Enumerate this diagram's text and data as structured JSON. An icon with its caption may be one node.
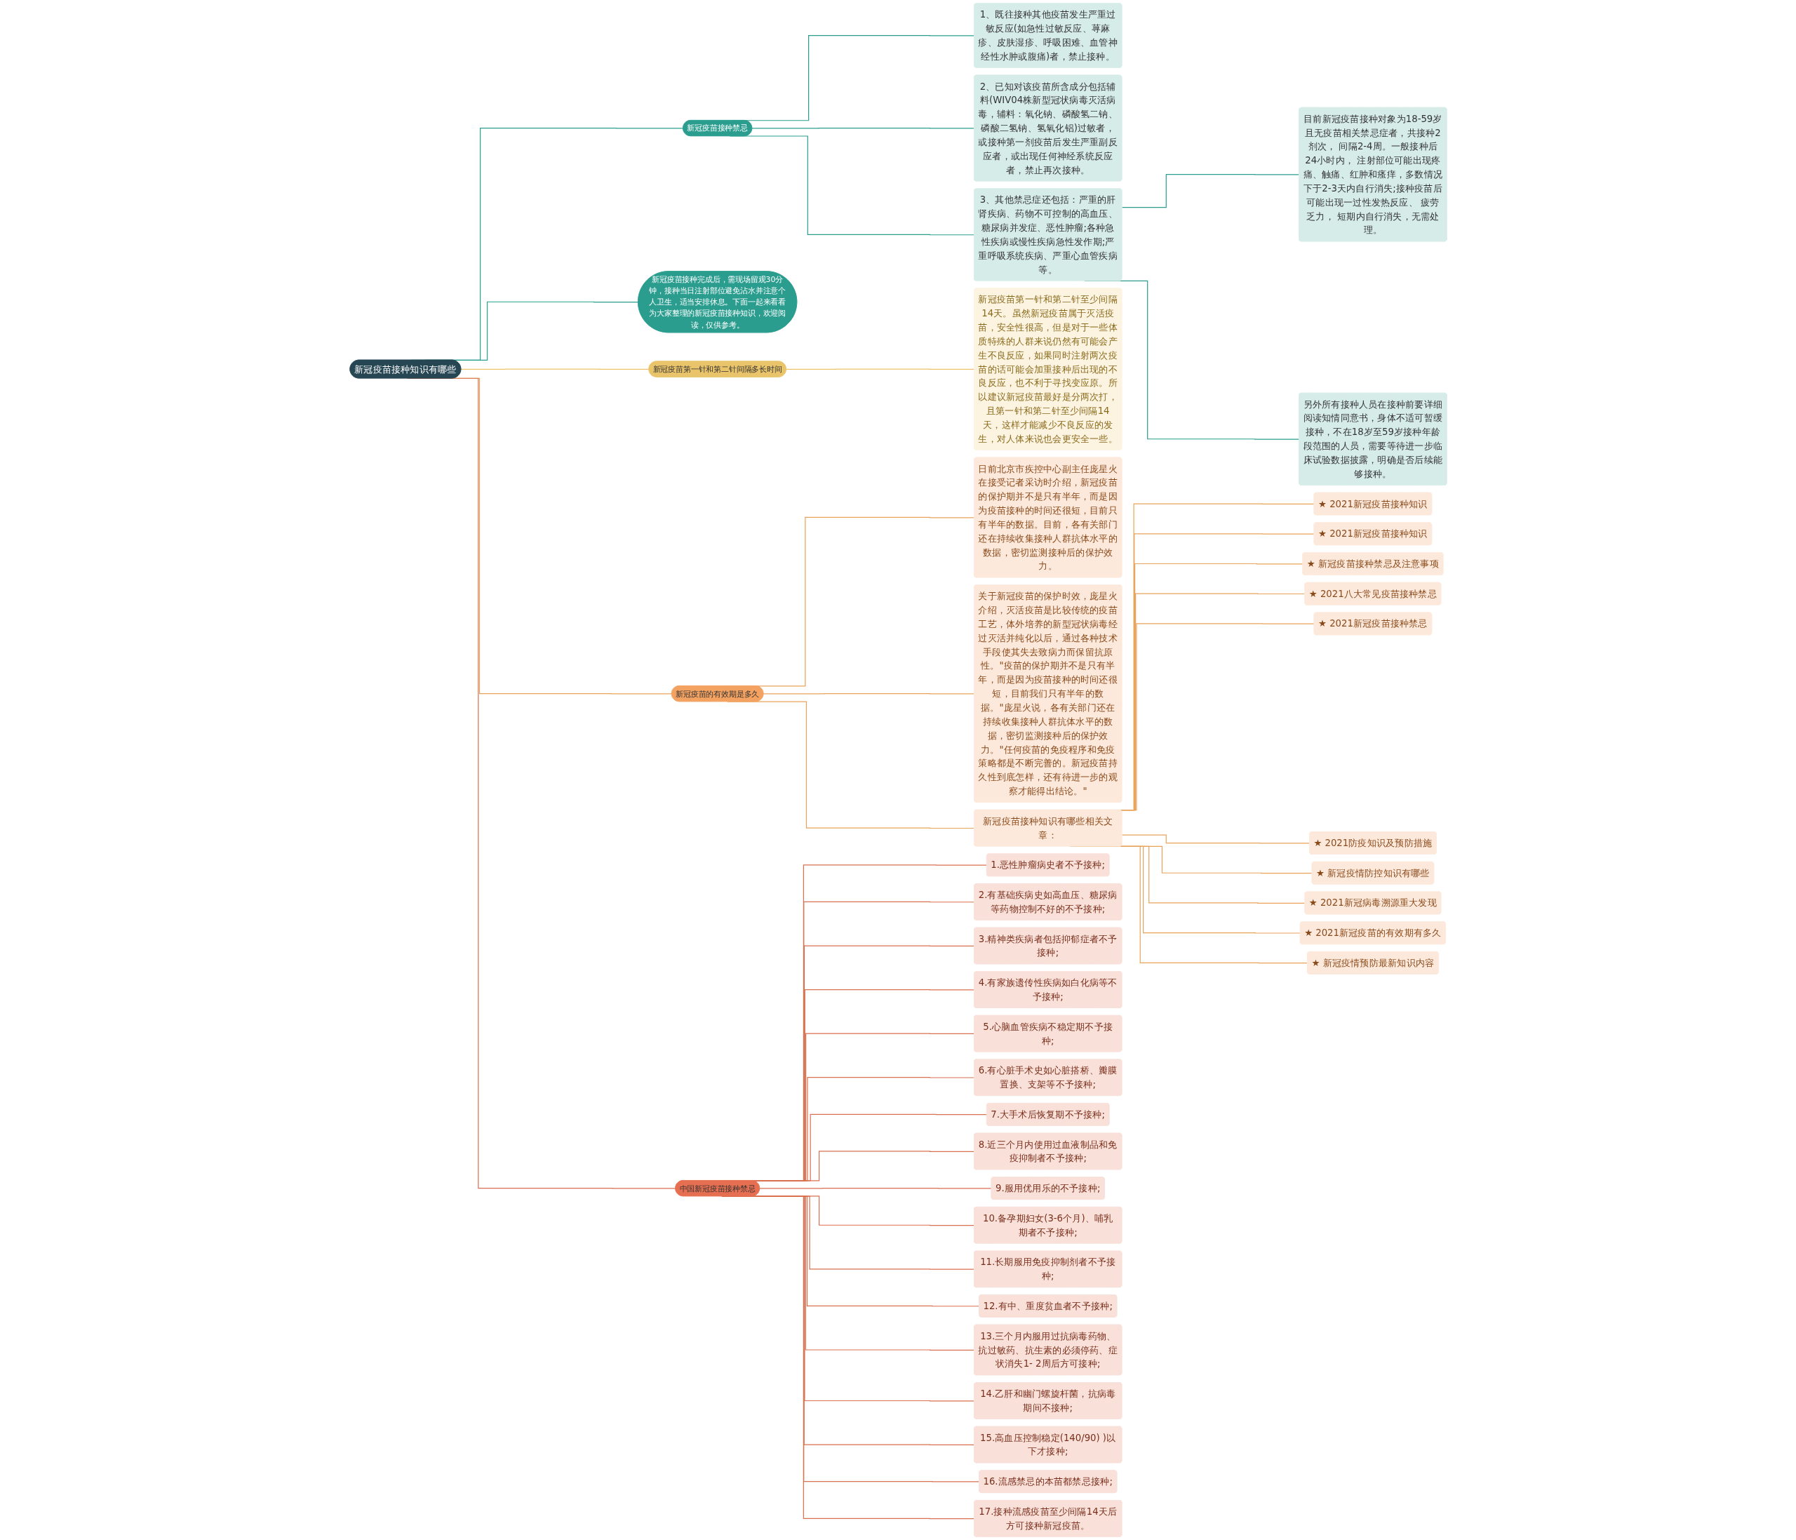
{
  "diagram": {
    "nodes": [
      {
        "text": [
          "新冠疫苗接种知识有哪些"
        ]
      },
      {
        "text": [
          "新冠疫苗接种禁忌"
        ]
      },
      {
        "text": [
          "1、既往接种其他疫苗发生严重过敏反应(如急性过敏反应、荨麻疹、皮肤湿疹、呼吸困难、血管神经性水肿或腹痛)者，禁止接种。"
        ]
      },
      {
        "text": [
          "2、已知对该疫苗所含成分包括辅料(WIV04株新型冠状病毒灭活病毒，辅料：氧化钠、磷酸氢二钠、磷酸二氢钠、氢氧化铝)过敏者，或接种第一剂疫苗后发生严重副反应者，或出现任何神经系统反应者，禁止再次接种。"
        ]
      },
      {
        "text": [
          "3、其他禁忌症还包括：严重的肝肾疾病、药物不可控制的高血压、糖尿病并发症、恶性肿瘤;各种急性疾病或慢性疾病急性发作期;严重呼吸系统疾病、严重心血管疾病等。"
        ]
      },
      {
        "text": [
          "目前新冠疫苗接种对象为18-59岁且无疫苗相关禁忌症者，共接种2剂次， 间隔2-4周。一般接种后24小时内， 注射部位可能出现疼痛、触痛、红肿和瘙痒，多数情况下于2-3天内自行消失;接种疫苗后可能出现一过性发热反应、 疲劳乏力， 短期内自行消失，无需处理。"
        ]
      },
      {
        "text": [
          "另外所有接种人员在接种前要详细阅读知情同意书，身体不适可暂缓接种，不在18岁至59岁接种年龄段范围的人员，需要等待进一步临床试验数据披露，明确是否后续能够接种。"
        ]
      },
      {
        "text": [
          "新冠疫苗接种完成后，需现场留观30分钟，接种当日注射部位避免沾水并注意个人卫生，适当安排休息。下面一起来看看为大家整理的新冠疫苗接种知识，欢迎阅读，仅供参考。"
        ]
      },
      {
        "text": [
          "新冠疫苗第一针和第二针间隔多长时间"
        ]
      },
      {
        "text": [
          "新冠疫苗第一针和第二针至少间隔14天。虽然新冠疫苗属于灭活疫苗，安全性很高，但是对于一些体质特殊的人群来说仍然有可能会产生不良反应，如果同时注射两次疫苗的话可能会加重接种后出现的不良反应，也不利于寻找变应原。所以建议新冠疫苗最好是分两次打，且第一针和第二针至少间隔14天，这样才能减少不良反应的发生，对人体来说也会更安全一些。"
        ]
      },
      {
        "text": [
          "新冠疫苗的有效期是多久"
        ]
      },
      {
        "text": [
          "日前北京市疾控中心副主任庞星火在接受记者采访时介绍，新冠疫苗的保护期并不是只有半年，而是因为疫苗接种的时间还很短，目前只有半年的数据。目前，各有关部门还在持续收集接种人群抗体水平的数据，密切监测接种后的保护效力。"
        ]
      },
      {
        "text": [
          "关于新冠疫苗的保护时效，庞星火介绍，灭活疫苗是比较传统的疫苗工艺，体外培养的新型冠状病毒经过灭活并纯化以后，通过各种技术手段使其失去致病力而保留抗原性。\"疫苗的保护期并不是只有半年，而是因为疫苗接种的时间还很短，目前我们只有半年的数据。\"庞星火说，各有关部门还在持续收集接种人群抗体水平的数据，密切监测接种后的保护效力。\"任何疫苗的免疫程序和免疫策略都是不断完善的。新冠疫苗持久性到底怎样，还有待进一步的观察才能得出结论。\""
        ]
      },
      {
        "text": [
          "新冠疫苗接种知识有哪些相关文章："
        ]
      },
      {
        "text": [
          "★ 2021新冠疫苗接种知识"
        ]
      },
      {
        "text": [
          "★ 2021新冠疫苗接种知识"
        ]
      },
      {
        "text": [
          "★ 新冠疫苗接种禁忌及注意事项"
        ]
      },
      {
        "text": [
          "★ 2021八大常见疫苗接种禁忌"
        ]
      },
      {
        "text": [
          "★ 2021新冠疫苗接种禁忌"
        ]
      },
      {
        "text": [
          "★ 2021防疫知识及预防措施"
        ]
      },
      {
        "text": [
          "★ 新冠疫情防控知识有哪些"
        ]
      },
      {
        "text": [
          "★ 2021新冠病毒溯源重大发现"
        ]
      },
      {
        "text": [
          "★ 2021新冠疫苗的有效期有多久"
        ]
      },
      {
        "text": [
          "★ 新冠疫情预防最新知识内容"
        ]
      },
      {
        "text": [
          "中国新冠疫苗接种禁忌"
        ]
      },
      {
        "text": [
          "1.恶性肿瘤病史者不予接种;"
        ]
      },
      {
        "text": [
          "2.有基础疾病史如高血压、糖尿病等药物控制不好的不予接种;"
        ]
      },
      {
        "text": [
          "3.精神类疾病者包括抑郁症者不予接种;"
        ]
      },
      {
        "text": [
          "4.有家族遗传性疾病如白化病等不予接种;"
        ]
      },
      {
        "text": [
          "5.心脑血管疾病不稳定期不予接种;"
        ]
      },
      {
        "text": [
          "6.有心脏手术史如心脏搭桥、瓣膜置换、支架等不予接种;"
        ]
      },
      {
        "text": [
          "7.大手术后恢复期不予接种;"
        ]
      },
      {
        "text": [
          "8.近三个月内使用过血液制品和免疫抑制者不予接种;"
        ]
      },
      {
        "text": [
          "9.服用优用乐的不予接种;"
        ]
      },
      {
        "text": [
          "10.备孕期妇女(3-6个月)、哺乳期者不予接种;"
        ]
      },
      {
        "text": [
          "11.长期服用免疫抑制剂者不予接种;"
        ]
      },
      {
        "text": [
          "12.有中、重度贫血者不予接种;"
        ]
      },
      {
        "text": [
          "13.三个月内服用过抗病毒药物、抗过敏药、抗生素的必须停药、症状消失1- 2周后方可接种;"
        ]
      },
      {
        "text": [
          "14.乙肝和幽门螺旋杆菌，抗病毒期间不接种;"
        ]
      },
      {
        "text": [
          "15.高血压控制稳定(140/90) )以下才接种;"
        ]
      },
      {
        "text": [
          "16.流感禁忌的本苗都禁忌接种;"
        ]
      },
      {
        "text": [
          "17.接种流感疫苗至少间隔14天后方可接种新冠疫苗。"
        ]
      }
    ],
    "edges": [
      {
        "from": 0,
        "to": 1,
        "arrow": "none",
        "color": "#2a9d8f"
      },
      {
        "from": 1,
        "to": 2,
        "arrow": "none",
        "color": "#2a9d8f"
      },
      {
        "from": 1,
        "to": 3,
        "arrow": "none",
        "color": "#2a9d8f"
      },
      {
        "from": 1,
        "to": 4,
        "arrow": "none",
        "color": "#2a9d8f"
      },
      {
        "from": 4,
        "to": 5,
        "arrow": "none",
        "color": "#2a9d8f"
      },
      {
        "from": 4,
        "to": 6,
        "arrow": "none",
        "color": "#2a9d8f"
      },
      {
        "from": 0,
        "to": 7,
        "arrow": "none",
        "color": "#2a9d8f"
      },
      {
        "from": 0,
        "to": 8,
        "arrow": "none",
        "color": "#e9c46a"
      },
      {
        "from": 8,
        "to": 9,
        "arrow": "none",
        "color": "#e9c46a"
      },
      {
        "from": 0,
        "to": 10,
        "arrow": "none",
        "color": "#e9a25a"
      },
      {
        "from": 10,
        "to": 11,
        "arrow": "none",
        "color": "#e9a25a"
      },
      {
        "from": 10,
        "to": 12,
        "arrow": "none",
        "color": "#e9a25a"
      },
      {
        "from": 10,
        "to": 13,
        "arrow": "none",
        "color": "#e9a25a"
      },
      {
        "from": 13,
        "to": 14,
        "arrow": "none",
        "color": "#e9a25a"
      },
      {
        "from": 13,
        "to": 15,
        "arrow": "none",
        "color": "#e9a25a"
      },
      {
        "from": 13,
        "to": 16,
        "arrow": "none",
        "color": "#e9a25a"
      },
      {
        "from": 13,
        "to": 17,
        "arrow": "none",
        "color": "#e9a25a"
      },
      {
        "from": 13,
        "to": 18,
        "arrow": "none",
        "color": "#e9a25a"
      },
      {
        "from": 13,
        "to": 19,
        "arrow": "none",
        "color": "#e9a25a"
      },
      {
        "from": 13,
        "to": 20,
        "arrow": "none",
        "color": "#e9a25a"
      },
      {
        "from": 13,
        "to": 21,
        "arrow": "none",
        "color": "#e9a25a"
      },
      {
        "from": 13,
        "to": 22,
        "arrow": "none",
        "color": "#e9a25a"
      },
      {
        "from": 13,
        "to": 23,
        "arrow": "none",
        "color": "#e9a25a"
      },
      {
        "from": 0,
        "to": 24,
        "arrow": "none"
      },
      {
        "from": 24,
        "to": 25,
        "arrow": "none"
      },
      {
        "from": 24,
        "to": 26,
        "arrow": "none"
      },
      {
        "from": 24,
        "to": 27,
        "arrow": "none"
      },
      {
        "from": 24,
        "to": 28,
        "arrow": "none"
      },
      {
        "from": 24,
        "to": 29,
        "arrow": "none"
      },
      {
        "from": 24,
        "to": 30,
        "arrow": "none"
      },
      {
        "from": 24,
        "to": 31,
        "arrow": "none"
      },
      {
        "from": 24,
        "to": 32,
        "arrow": "none"
      },
      {
        "from": 24,
        "to": 33,
        "arrow": "none"
      },
      {
        "from": 24,
        "to": 34,
        "arrow": "none"
      },
      {
        "from": 24,
        "to": 35,
        "arrow": "none"
      },
      {
        "from": 24,
        "to": 36,
        "arrow": "none"
      },
      {
        "from": 24,
        "to": 37,
        "arrow": "none"
      },
      {
        "from": 24,
        "to": 38,
        "arrow": "none"
      },
      {
        "from": 24,
        "to": 39,
        "arrow": "none"
      },
      {
        "from": 24,
        "to": 40,
        "arrow": "none"
      },
      {
        "from": 24,
        "to": 41,
        "arrow": "none"
      }
    ]
  }
}
